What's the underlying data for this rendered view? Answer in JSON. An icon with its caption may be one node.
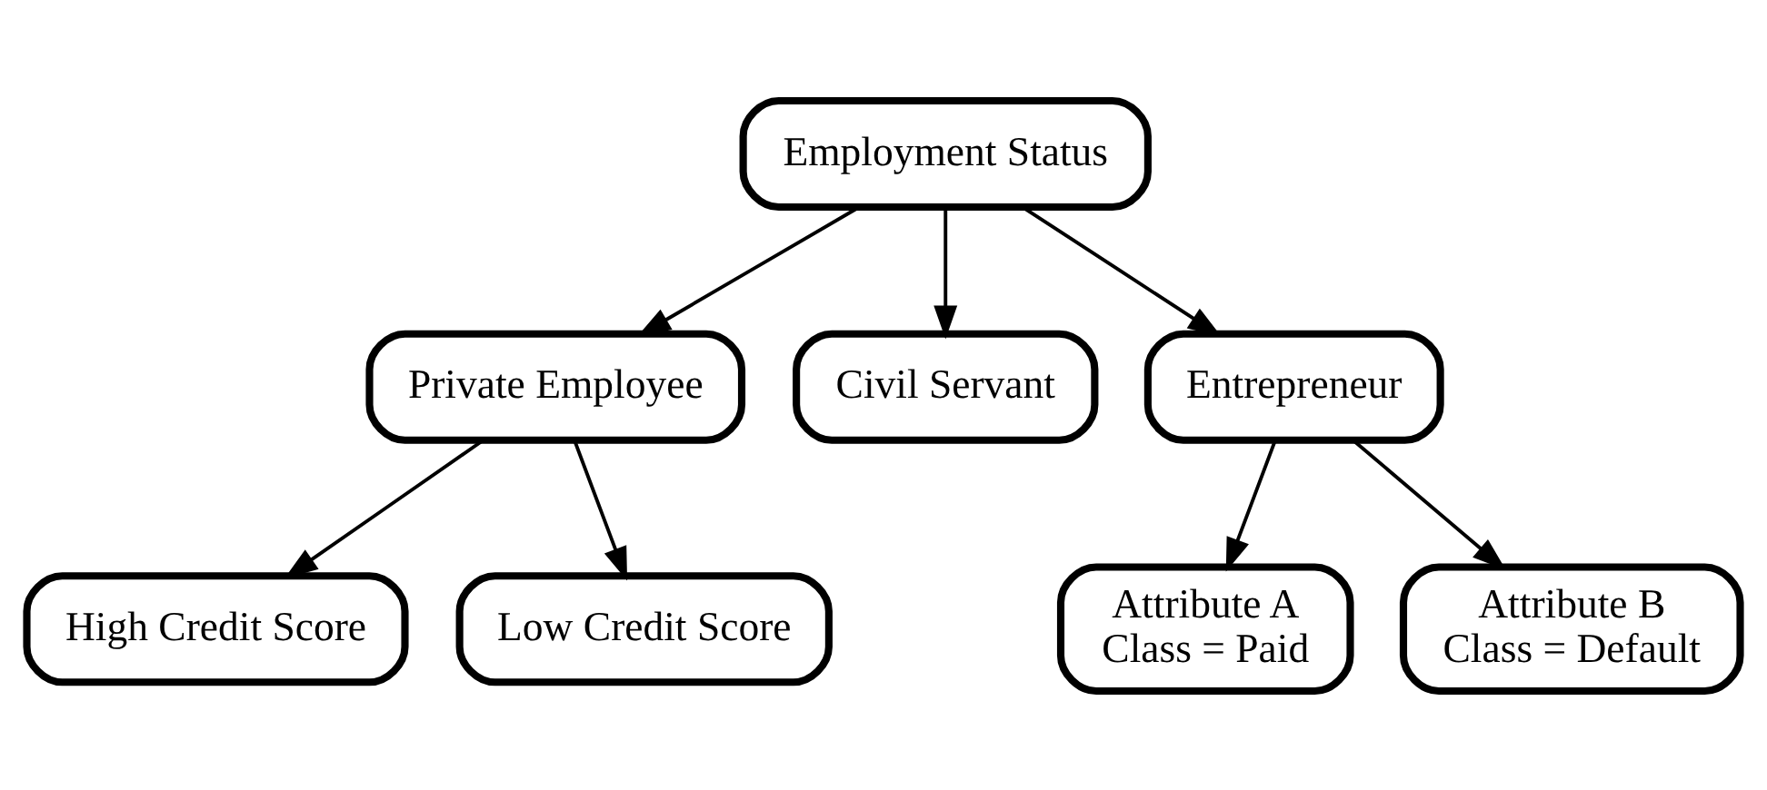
{
  "diagram": {
    "nodes": [
      {
        "text": [
          "Employment Status"
        ]
      },
      {
        "text": [
          "Private Employee"
        ]
      },
      {
        "text": [
          "Civil Servant"
        ]
      },
      {
        "text": [
          "Entrepreneur"
        ]
      },
      {
        "text": [
          "High Credit Score"
        ]
      },
      {
        "text": [
          "Low Credit Score"
        ]
      },
      {
        "text": [
          "Attribute A",
          "Class = Paid"
        ]
      },
      {
        "text": [
          "Attribute B",
          "Class = Default"
        ]
      }
    ],
    "edges": [
      {
        "from": 0,
        "to": 1,
        "arrow": "to"
      },
      {
        "from": 0,
        "to": 2,
        "arrow": "to"
      },
      {
        "from": 0,
        "to": 3,
        "arrow": "to"
      },
      {
        "from": 1,
        "to": 4,
        "arrow": "to"
      },
      {
        "from": 1,
        "to": 5,
        "arrow": "to"
      },
      {
        "from": 3,
        "to": 6,
        "arrow": "to"
      },
      {
        "from": 3,
        "to": 7,
        "arrow": "to"
      }
    ]
  }
}
